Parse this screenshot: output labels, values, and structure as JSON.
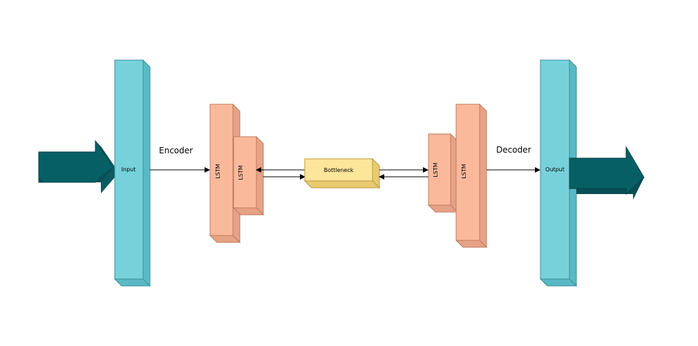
{
  "diagram": {
    "labels": {
      "input": "Input",
      "output": "Output",
      "encoder": "Encoder",
      "decoder": "Decoder",
      "bottleneck": "Bottleneck",
      "enc_lstm_1": "LSTM",
      "enc_lstm_2": "LSTM",
      "dec_lstm_1": "LSTM",
      "dec_lstm_2": "LSTM"
    },
    "colors": {
      "io_block": "#76d1db",
      "lstm_block": "#fbb99b",
      "bottleneck_block": "#fde59a",
      "big_arrow": "#075f66",
      "edge": "#000000"
    }
  }
}
